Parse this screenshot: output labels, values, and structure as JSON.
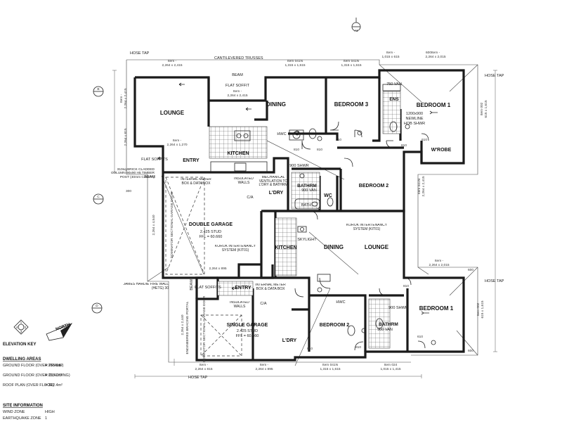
{
  "rooms": {
    "lounge1": "LOUNGE",
    "dining1": "DINING",
    "bedroom3": "BEDROOM 3",
    "bedroom1_a": "BEDROOM 1",
    "wrobe": "W'ROBE",
    "ens": "ENS",
    "kitchen1": "KITCHEN",
    "entry1": "ENTRY",
    "bathrm1": "BATHRM",
    "wc": "WC",
    "ldry1": "L'DRY",
    "bath": "BATH",
    "bedroom2_a": "BEDROOM 2",
    "double_garage": "DOUBLE GARAGE",
    "kitchen2": "KITCHEN",
    "dining2": "DINING",
    "lounge2": "LOUNGE",
    "entry2": "ENTRY",
    "single_garage": "SINGLE GARAGE",
    "ldry2": "L'DRY",
    "bedroom2_b": "BEDROOM 2",
    "bathrm2": "BATHRM",
    "bedroom1_b": "BEDROOM 1"
  },
  "labels": {
    "hose_tap": "HOSE TAP",
    "cantilevered": "CANTILEVERED TRUSSES",
    "beam": "BEAM",
    "flat_soffit": "FLAT SOFFIT",
    "flat_soffits": "FLAT SOFFITS",
    "hwc": "HWC",
    "shwr900": "900 SHWR",
    "van750": "750 VAN",
    "van900": "900 VAN",
    "shwr1200": "1200x900",
    "newline": "NEWLINE",
    "hob_shwr": "HOB SHWR",
    "skylight": "SKYLIGHT",
    "ca": "C/A",
    "meter_box": "INTERNAL METER BOX & DATA BOX",
    "insulated_walls": "INSULATED WALLS",
    "mechanical": "MECHANICAL VENTILATION TO L'DRY & BATHRM",
    "korok": "KOROK INTERTENANCY SYSTEM (KIT01)",
    "dominator": "DOMINATOR SECTIONAL GARAGE DOOR",
    "stud_a": "2.425 STUD",
    "ffl_a": "FFL = 60.660",
    "brick_post": "310sq BRICK CLADDED COLUMN 90x90 H5 TIMBER POST (40mm CAVITY)",
    "james_hardie": "JAMES HARDIE FIRE WALL (HETG) 30",
    "engineered": "ENGINEERED BRACING PORTAL",
    "north": "NORTH",
    "elevation_key": "ELEVATION KEY",
    "ref_a": "A",
    "ref_b": "B",
    "ref_c": "C",
    "ref_d": "D",
    "ref_a1": "A1",
    "dim_810": "810",
    "dim_610": "610",
    "dim_600": "600",
    "dim_300": "300"
  },
  "dims": {
    "t1": "Item -",
    "t1v": "2,264 x 2,415",
    "t2": "Item 041N",
    "t2v": "1,315 x 1,615",
    "t3": "Item 041N",
    "t3v": "1,315 x 1,615",
    "t4": "Item -",
    "t4v": "1,015 x 615",
    "t5": "Item -",
    "t5v": "2,264 x 2,015",
    "w1": "Item -",
    "w1v": "2,264 x 1,270",
    "w2": "Item -",
    "w2v": "2,264 x 2,415",
    "w3": "2,264 x 815",
    "w4": "2,264 x 4,540",
    "w5": "2,264 x 895",
    "w6": "2,264 x 2,440",
    "b1": "Item -",
    "b1v": "2,264 x 815",
    "b2": "Item -",
    "b2v": "2,264 x 895",
    "b3": "Item 041N",
    "b3v": "1,315 x 1,615",
    "b4": "Item 024",
    "b4v": "1,015 x 1,415",
    "r1": "Item 002",
    "r1v": "615 x 1,615",
    "r2": "Item 041N",
    "r2v": "2,264 x 2,415",
    "r3": "Item -",
    "r3v": "2,264 x 2,015",
    "r4": "Item 002",
    "r4v": "615 x 1,615",
    "beam_dim": "Item -",
    "beam_dimv": "2,264 x 2,415"
  },
  "info": {
    "dwelling_head": "DWELLING AREAS",
    "gf_frame": "GROUND FLOOR (OVER FRAME)",
    "gf_frame_v": "= 255.6m²",
    "gf_clad": "GROUND FLOOR (OVER CLADDING)",
    "gf_clad_v": "= 265.1m²",
    "roof": "ROOF PLAN (OVER FLOOR)",
    "roof_v": "= 312.4m²",
    "site_head": "SITE INFORMATION",
    "wind": "WIND ZONE",
    "wind_v": "HIGH",
    "eq": "EARTHQUAKE ZONE",
    "eq_v": "1"
  }
}
